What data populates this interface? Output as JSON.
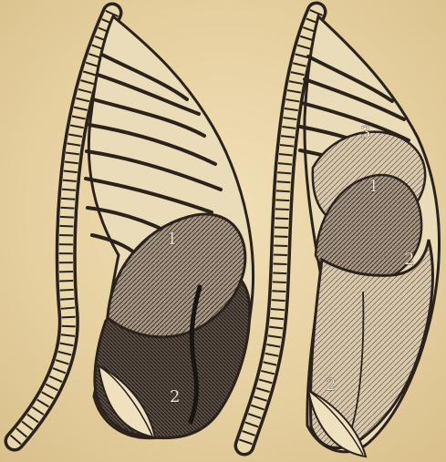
{
  "illustrations": [
    {
      "labels": {
        "upper": "1",
        "lower": "2"
      }
    },
    {
      "labels": {
        "top": "3",
        "upper": "1",
        "middle": "2",
        "lower": "2"
      }
    }
  ],
  "colors": {
    "paper": "#e9d6ad",
    "ink": "#2a221b",
    "dark_fill": "#3b332d",
    "mid_fill": "#8b7d6f",
    "light_fill": "#d6c6ac"
  }
}
